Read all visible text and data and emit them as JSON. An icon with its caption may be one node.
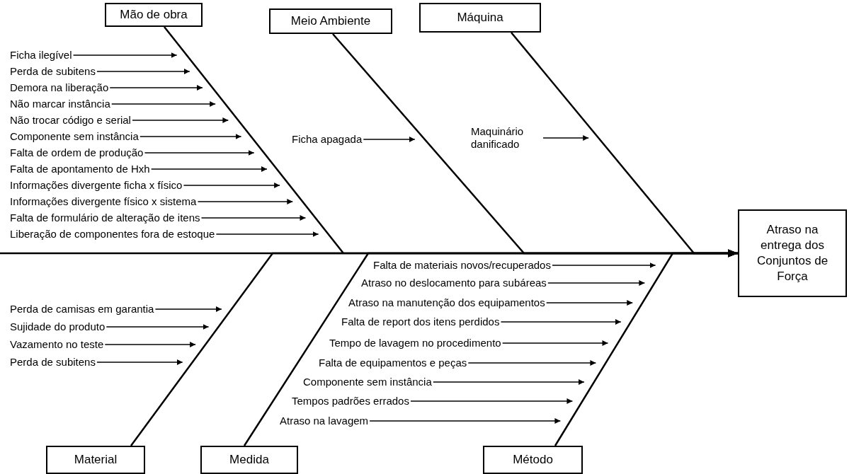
{
  "diagram": {
    "nodes": [
      {
        "text": [
          "Mão de obra"
        ]
      },
      {
        "text": [
          "Meio Ambiente"
        ]
      },
      {
        "text": [
          "Máquina"
        ]
      },
      {
        "text": [
          "Ficha ilegível"
        ]
      },
      {
        "text": [
          "Perda de subitens"
        ]
      },
      {
        "text": [
          "Demora na liberação"
        ]
      },
      {
        "text": [
          "Não marcar instância"
        ]
      },
      {
        "text": [
          "Não trocar código e serial"
        ]
      },
      {
        "text": [
          "Componente sem instância"
        ]
      },
      {
        "text": [
          "Falta de ordem de produção"
        ]
      },
      {
        "text": [
          "Falta de apontamento de Hxh"
        ]
      },
      {
        "text": [
          "Informações divergente ficha x físico"
        ]
      },
      {
        "text": [
          "Informações divergente físico x sistema"
        ]
      },
      {
        "text": [
          "Falta de formulário de alteração de itens"
        ]
      },
      {
        "text": [
          "Liberação de componentes fora de estoque"
        ]
      },
      {
        "text": [
          "Ficha apagada"
        ]
      },
      {
        "text": [
          "Maquinário danificado"
        ]
      },
      {
        "text": [
          "Atraso na entrega dos Conjuntos de Força"
        ]
      },
      {
        "text": [
          "Perda de camisas em garantia"
        ]
      },
      {
        "text": [
          "Sujidade do produto"
        ]
      },
      {
        "text": [
          "Vazamento no teste"
        ]
      },
      {
        "text": [
          "Perda de subitens"
        ]
      },
      {
        "text": [
          "Falta de materiais novos/recuperados"
        ]
      },
      {
        "text": [
          "Atraso no deslocamento para subáreas"
        ]
      },
      {
        "text": [
          "Atraso na manutenção dos equipamentos"
        ]
      },
      {
        "text": [
          "Falta de report dos itens perdidos"
        ]
      },
      {
        "text": [
          "Tempo de lavagem no procedimento"
        ]
      },
      {
        "text": [
          "Falta de equipamentos e peças"
        ]
      },
      {
        "text": [
          "Componente sem instância"
        ]
      },
      {
        "text": [
          "Tempos padrões errados"
        ]
      },
      {
        "text": [
          "Atraso na lavagem"
        ]
      },
      {
        "text": [
          "Material"
        ]
      },
      {
        "text": [
          "Medida"
        ]
      },
      {
        "text": [
          "Método"
        ]
      }
    ],
    "edges": [
      {
        "from": 0,
        "to": 17,
        "arrow": "to"
      },
      {
        "from": 1,
        "to": 17,
        "arrow": "to"
      },
      {
        "from": 2,
        "to": 17,
        "arrow": "to"
      },
      {
        "from": 31,
        "to": 17,
        "arrow": "to"
      },
      {
        "from": 32,
        "to": 17,
        "arrow": "to"
      },
      {
        "from": 33,
        "to": 17,
        "arrow": "to"
      },
      {
        "from": 3,
        "to": null,
        "arrow": "to"
      },
      {
        "from": 4,
        "to": null,
        "arrow": "to"
      },
      {
        "from": 5,
        "to": null,
        "arrow": "to"
      },
      {
        "from": 6,
        "to": null,
        "arrow": "to"
      },
      {
        "from": 7,
        "to": null,
        "arrow": "to"
      },
      {
        "from": 8,
        "to": null,
        "arrow": "to"
      },
      {
        "from": 9,
        "to": null,
        "arrow": "to"
      },
      {
        "from": 10,
        "to": null,
        "arrow": "to"
      },
      {
        "from": 11,
        "to": null,
        "arrow": "to"
      },
      {
        "from": 12,
        "to": null,
        "arrow": "to"
      },
      {
        "from": 13,
        "to": null,
        "arrow": "to"
      },
      {
        "from": 14,
        "to": null,
        "arrow": "to"
      },
      {
        "from": 15,
        "to": null,
        "arrow": "to"
      },
      {
        "from": 16,
        "to": null,
        "arrow": "to"
      },
      {
        "from": 18,
        "to": null,
        "arrow": "to"
      },
      {
        "from": 19,
        "to": null,
        "arrow": "to"
      },
      {
        "from": 20,
        "to": null,
        "arrow": "to"
      },
      {
        "from": 21,
        "to": null,
        "arrow": "to"
      },
      {
        "from": 22,
        "to": null,
        "arrow": "to"
      },
      {
        "from": 23,
        "to": null,
        "arrow": "to"
      },
      {
        "from": 24,
        "to": null,
        "arrow": "to"
      },
      {
        "from": 25,
        "to": null,
        "arrow": "to"
      },
      {
        "from": 26,
        "to": null,
        "arrow": "to"
      },
      {
        "from": 27,
        "to": null,
        "arrow": "to"
      },
      {
        "from": 28,
        "to": null,
        "arrow": "to"
      },
      {
        "from": 29,
        "to": null,
        "arrow": "to"
      },
      {
        "from": 30,
        "to": null,
        "arrow": "to"
      }
    ]
  }
}
